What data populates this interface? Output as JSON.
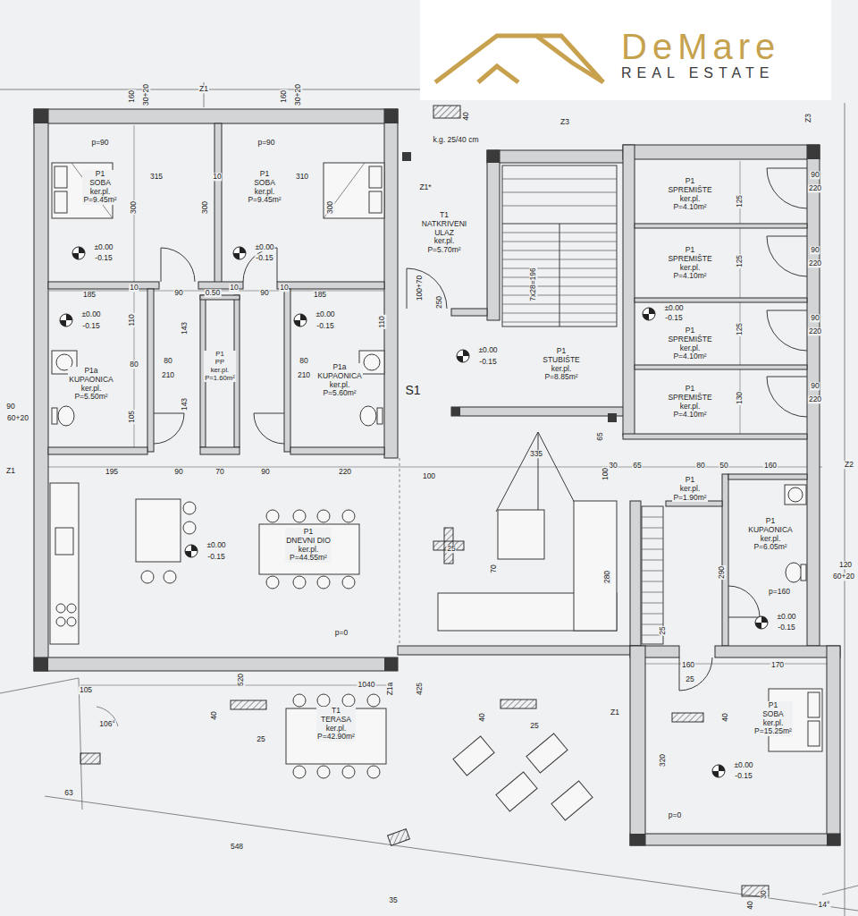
{
  "diagram": {
    "nodes": [
      {
        "text": [
          "DeMare",
          "REAL ESTATE"
        ]
      },
      {
        "text": [
          "P1",
          "SOBA",
          "ker.pl.",
          "P=9.45m²"
        ]
      },
      {
        "text": [
          "P1",
          "SOBA",
          "ker.pl.",
          "P=9.45m²"
        ]
      },
      {
        "text": [
          "T1",
          "NATKRIVENI ULAZ",
          "ker.pl.",
          "P=5.70m²"
        ]
      },
      {
        "text": [
          "P1",
          "SPREMIŠTE",
          "ker.pl.",
          "P=4.10m²"
        ]
      },
      {
        "text": [
          "P1",
          "SPREMIŠTE",
          "ker.pl.",
          "P=4.10m²"
        ]
      },
      {
        "text": [
          "P1",
          "SPREMIŠTE",
          "ker.pl.",
          "P=4.10m²"
        ]
      },
      {
        "text": [
          "P1",
          "SPREMIŠTE",
          "ker.pl.",
          "P=4.10m²"
        ]
      },
      {
        "text": [
          "P1a",
          "KUPAONICA",
          "ker.pl.",
          "P=5.50m²"
        ]
      },
      {
        "text": [
          "P1",
          "PP",
          "ker.pl.",
          "P=1.60m²"
        ]
      },
      {
        "text": [
          "P1a",
          "KUPAONICA",
          "ker.pl.",
          "P=5.60m²"
        ]
      },
      {
        "text": [
          "P1",
          "STUBIŠTE",
          "ker.pl.",
          "P=8.85m²"
        ]
      },
      {
        "text": [
          "P1",
          "ker.pl.",
          "P=1.90m²"
        ]
      },
      {
        "text": [
          "P1",
          "DNEVNI DIO",
          "ker.pl.",
          "P=44.55m²"
        ]
      },
      {
        "text": [
          "P1",
          "KUPAONICA",
          "ker.pl.",
          "P=6.05m²"
        ]
      },
      {
        "text": [
          "T1",
          "TERASA",
          "ker.pl.",
          "P=42.90m²"
        ]
      },
      {
        "text": [
          "P1",
          "SOBA",
          "ker.pl.",
          "P=15.25m²"
        ]
      }
    ],
    "labels": [
      "Z1",
      "160",
      "30+20",
      "160",
      "30+20",
      "40",
      "k.g. 25/40 cm",
      "Z3",
      "Z3",
      "Z1*",
      "315",
      "10",
      "310",
      "300",
      "300",
      "300",
      "p=90",
      "p=90",
      "185",
      "10",
      "90",
      "0.50",
      "10",
      "90",
      "10",
      "185",
      "110",
      "110",
      "143",
      "143",
      "80",
      "80",
      "210",
      "80",
      "210",
      "105",
      "90",
      "60+20",
      "Z1",
      "195",
      "90",
      "70",
      "90",
      "220",
      "S1",
      "100+70",
      "250",
      "7x28=196",
      "100",
      "335",
      "30",
      "65",
      "80",
      "50",
      "160",
      "Z2",
      "90",
      "220",
      "90",
      "220",
      "90",
      "220",
      "90",
      "220",
      "125",
      "125",
      "125",
      "130",
      "65",
      "100",
      "25",
      "70",
      "280",
      "120",
      "60+20",
      "290",
      "p=160",
      "25",
      "160",
      "170",
      "25",
      "40",
      "320",
      "p=0",
      "p=0",
      "Z1",
      "105",
      "106°",
      "1040",
      "Z1a",
      "520",
      "40",
      "25",
      "40",
      "25",
      "425",
      "63",
      "548",
      "35",
      "30",
      "40",
      "14°",
      "±0.00",
      "-0.15",
      "±0.00",
      "-0.15",
      "±0.00",
      "-0.15",
      "±0.00",
      "-0.15",
      "±0.00",
      "-0.15",
      "±0.00",
      "-0.15",
      "±0.00",
      "-0.15",
      "±0.00",
      "-0.15",
      "±0.00",
      "-0.15"
    ]
  }
}
